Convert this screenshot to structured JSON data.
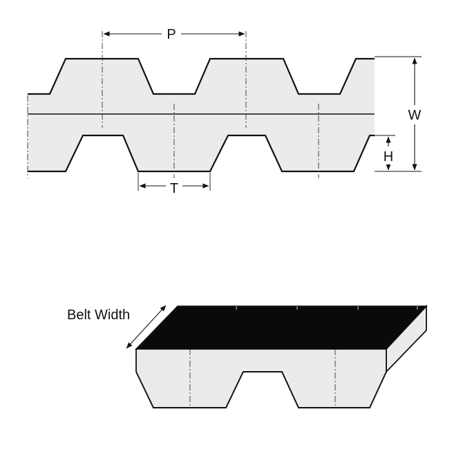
{
  "diagram": {
    "labels": {
      "pitch": "P",
      "width": "W",
      "height": "H",
      "tooth": "T",
      "belt_width": "Belt Width"
    },
    "colors": {
      "belt_fill": "#ebebeb",
      "outline": "#111111",
      "top_face": "#0a0a0a",
      "background": "#ffffff"
    }
  }
}
